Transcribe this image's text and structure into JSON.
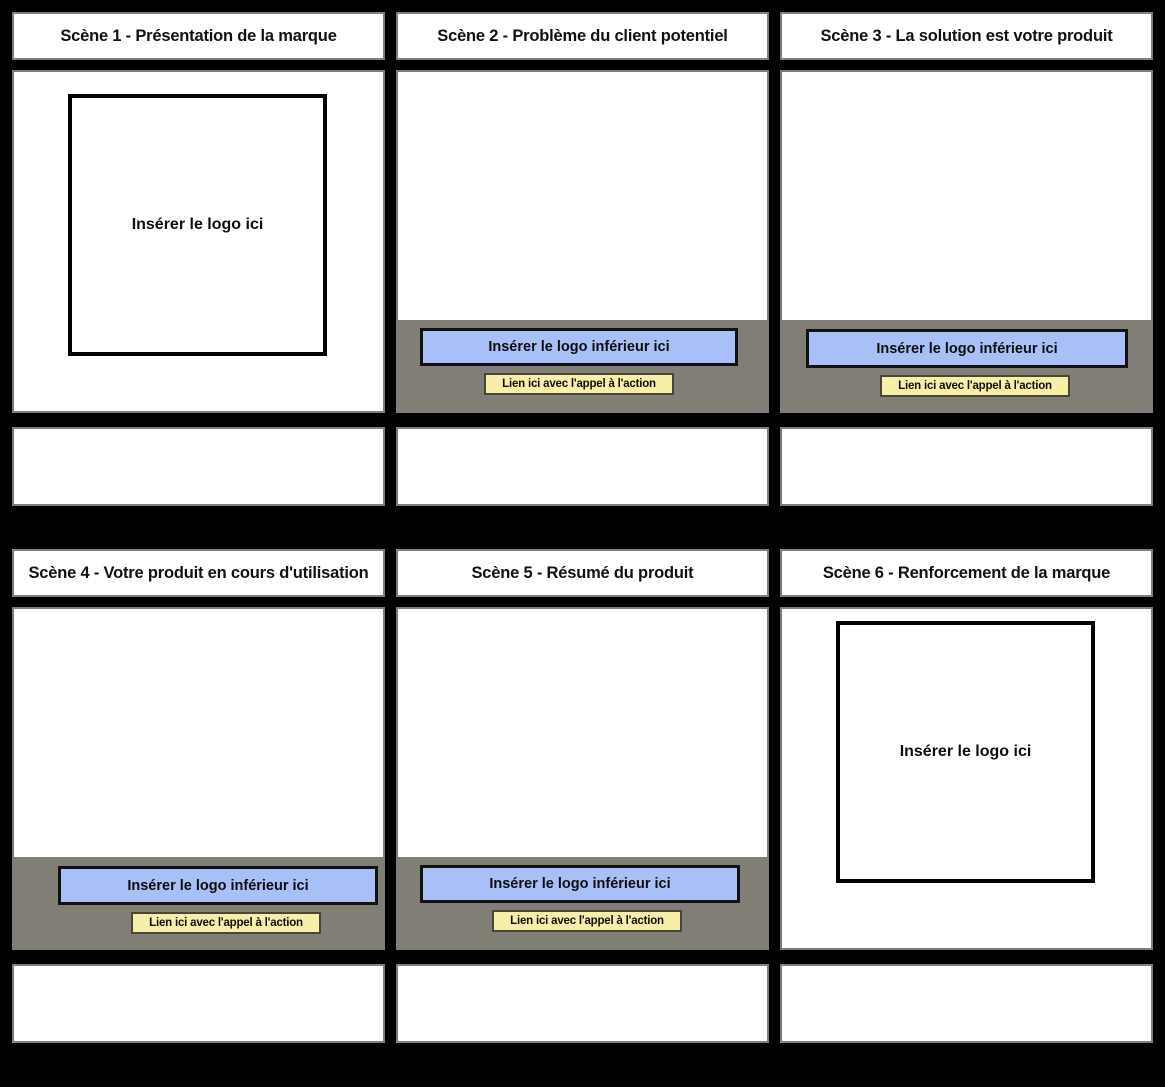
{
  "board": {
    "background_color": "#000000",
    "panel_border_color": "#7d7d7d",
    "footer_strip_color": "#817e76",
    "bottom_logo_color": "#a8c0f7",
    "cta_color": "#f7efa9"
  },
  "labels": {
    "logo_placeholder": "Insérer le logo ici",
    "bottom_logo_placeholder": "Insérer le logo inférieur ici",
    "cta_text": "Lien ici avec l'appel à l'action"
  },
  "scenes": [
    {
      "id": 1,
      "title": "Scène 1 - Présentation de la marque",
      "has_logo_box": true,
      "has_footer_strip": false,
      "caption": ""
    },
    {
      "id": 2,
      "title": "Scène 2 - Problème du client potentiel",
      "has_logo_box": false,
      "has_footer_strip": true,
      "caption": ""
    },
    {
      "id": 3,
      "title": "Scène 3 - La solution est votre produit",
      "has_logo_box": false,
      "has_footer_strip": true,
      "caption": ""
    },
    {
      "id": 4,
      "title": "Scène 4 - Votre produit en cours d'utilisation",
      "has_logo_box": false,
      "has_footer_strip": true,
      "caption": ""
    },
    {
      "id": 5,
      "title": "Scène 5 - Résumé du produit",
      "has_logo_box": false,
      "has_footer_strip": true,
      "caption": ""
    },
    {
      "id": 6,
      "title": "Scène 6 - Renforcement de la marque",
      "has_logo_box": true,
      "has_footer_strip": false,
      "caption": ""
    }
  ]
}
